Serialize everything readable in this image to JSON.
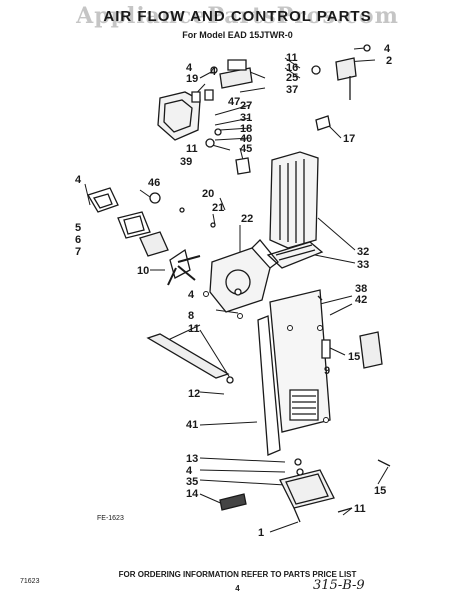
{
  "title": "AIR FLOW AND CONTROL PARTS",
  "watermark": "AppliancePartsPros.com",
  "model": "For Model EAD 15JTWR-0",
  "callouts": [
    "4",
    "11",
    "16",
    "25",
    "37",
    "4",
    "2",
    "4",
    "19",
    "47",
    "27",
    "31",
    "18",
    "40",
    "11",
    "39",
    "45",
    "17",
    "4",
    "46",
    "20",
    "21",
    "22",
    "5",
    "6",
    "7",
    "10",
    "4",
    "8",
    "11",
    "12",
    "32",
    "33",
    "38",
    "42",
    "15",
    "9",
    "41",
    "13",
    "4",
    "35",
    "14",
    "1",
    "15",
    "11"
  ],
  "ref_code": "FE-1623",
  "doc_code": "71623",
  "footer": "FOR ORDERING INFORMATION REFER TO PARTS PRICE LIST",
  "page_number": "4",
  "handwritten": "315-B-9"
}
